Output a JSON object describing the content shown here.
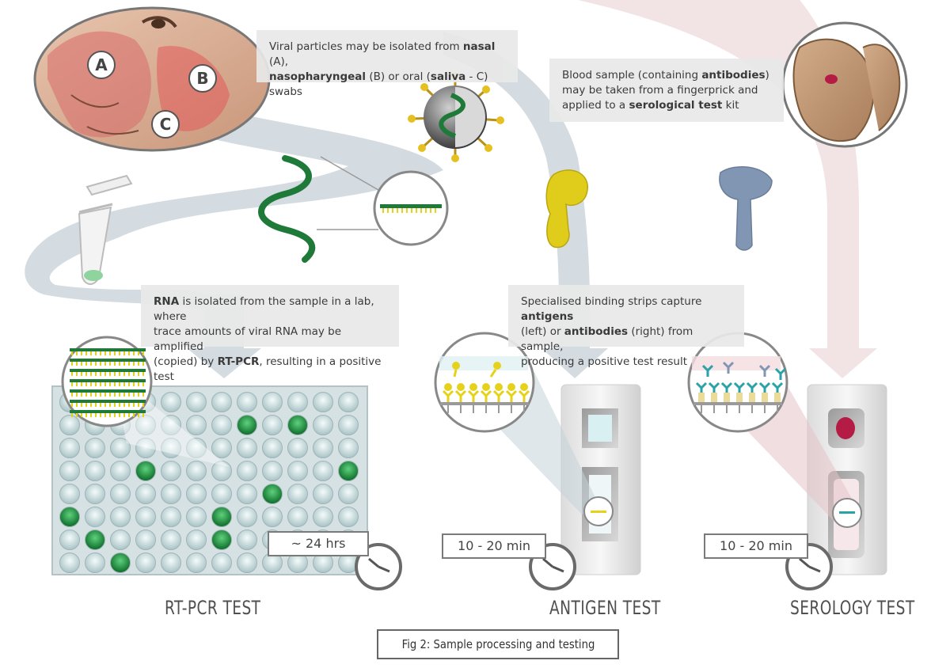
{
  "notes": {
    "swabs": {
      "t1": "Viral particles may be isolated from ",
      "b1": "nasal",
      "t2": " (A),",
      "b2": "nasopharyngeal",
      "t3": " (B) or oral (",
      "b3": "saliva",
      "t4": " - C) swabs"
    },
    "blood": {
      "t1": "Blood sample (containing ",
      "b1": "antibodies",
      "t2": ")",
      "t3": "may be taken from a fingerprick and",
      "t4": "applied to a ",
      "b2": "serological test",
      "t5": " kit"
    },
    "rna": {
      "b1": "RNA",
      "t1": " is isolated from the sample in a lab, where",
      "t2": "trace amounts of viral RNA may be amplified",
      "t3": "(copied) by ",
      "b2": "RT-PCR",
      "t4": ", resulting in a positive test"
    },
    "strips": {
      "t1": "Specialised binding strips capture ",
      "b1": "antigens",
      "t2": "(left) or ",
      "b2": "antibodies",
      "t3": " (right) from sample,",
      "t4": "producing a positive test result"
    }
  },
  "labels": {
    "a": "A",
    "b": "B",
    "c": "C"
  },
  "times": {
    "pcr": "~ 24 hrs",
    "antigen": "10 - 20 min",
    "serology": "10 - 20 min"
  },
  "titles": {
    "pcr": "RT-PCR TEST",
    "antigen": "ANTIGEN TEST",
    "serology": "SEROLOGY TEST"
  },
  "caption": "Fig 2: Sample processing and testing",
  "colors": {
    "flow_grey": "#c5d0d8",
    "flow_pink": "#ecd7da",
    "well_green": "#1d8c3c",
    "antigen_yellow": "#e6d21a",
    "antibody_blue": "#8196b3",
    "blood_red": "#b51c45"
  }
}
